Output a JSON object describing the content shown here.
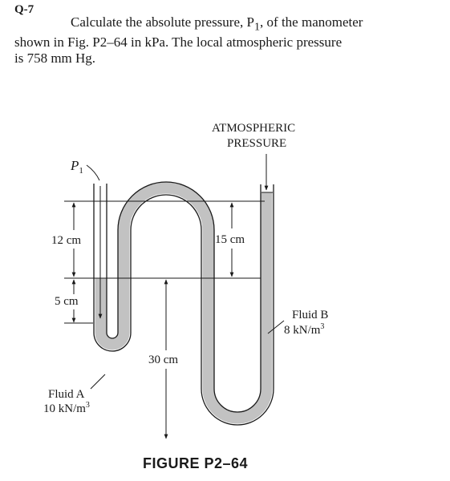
{
  "question": {
    "number": "Q-7",
    "line1": "Calculate the absolute pressure, P",
    "line1_sub": "1",
    "line1_end": ", of the manometer",
    "line2": "shown in Fig. P2–64 in kPa. The local atmospheric pressure",
    "line3": "is 758 mm Hg."
  },
  "figure": {
    "p1_label": "P",
    "p1_sub": "1",
    "atm_line1": "ATMOSPHERIC",
    "atm_line2": "PRESSURE",
    "dim_12": "12 cm",
    "dim_5": "5 cm",
    "dim_15": "15 cm",
    "dim_30": "30 cm",
    "fluid_a_name": "Fluid A",
    "fluid_a_weight": "10 kN/m",
    "fluid_a_exp": "3",
    "fluid_b_name": "Fluid B",
    "fluid_b_weight": "8 kN/m",
    "fluid_b_exp": "3",
    "caption": "FIGURE P2–64",
    "colors": {
      "fluid": "#c2c2c2",
      "line": "#1a1a1a"
    }
  }
}
